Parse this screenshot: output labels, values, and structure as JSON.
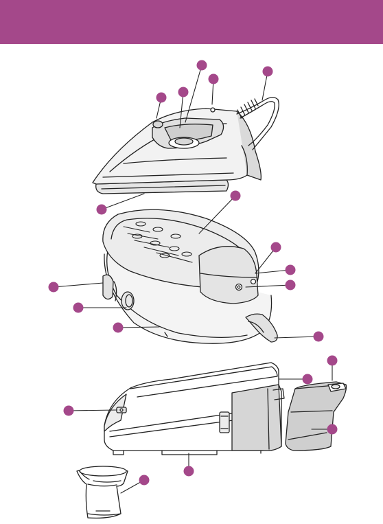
{
  "colors": {
    "header_band": "#a4488a",
    "callout_marker": "#a4488a",
    "line_art": "#222222",
    "shading_light": "#e6e6e6",
    "shading_mid": "#d2d2d2"
  },
  "illustration": {
    "parts": [
      "steam-iron",
      "steam-generator-base",
      "side-view-with-water-tank",
      "filling-jug"
    ],
    "callout_marker_count": 19
  }
}
